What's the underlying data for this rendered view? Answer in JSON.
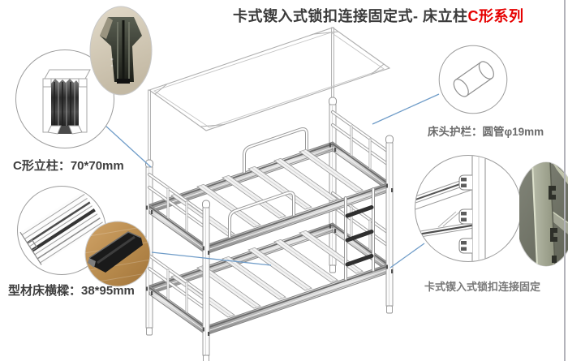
{
  "title": {
    "main": "卡式锲入式锁扣连接固定式- 床立柱",
    "highlight": "C形系列"
  },
  "labels": {
    "post": "C形立柱：70*70mm",
    "beam": "型材床横樑：38*95mm",
    "rail": "床头护栏：圆管φ19mm",
    "lock": "卡式锲入式锁扣连接固定"
  },
  "colors": {
    "title_text": "#3b3b3b",
    "highlight_red": "#e60000",
    "label_dark": "#3f3f3f",
    "label_gray": "#787878",
    "leader_blue": "#6f9cc8",
    "line_gray": "#a5a5a5",
    "border_gray": "#b3b3ba"
  }
}
